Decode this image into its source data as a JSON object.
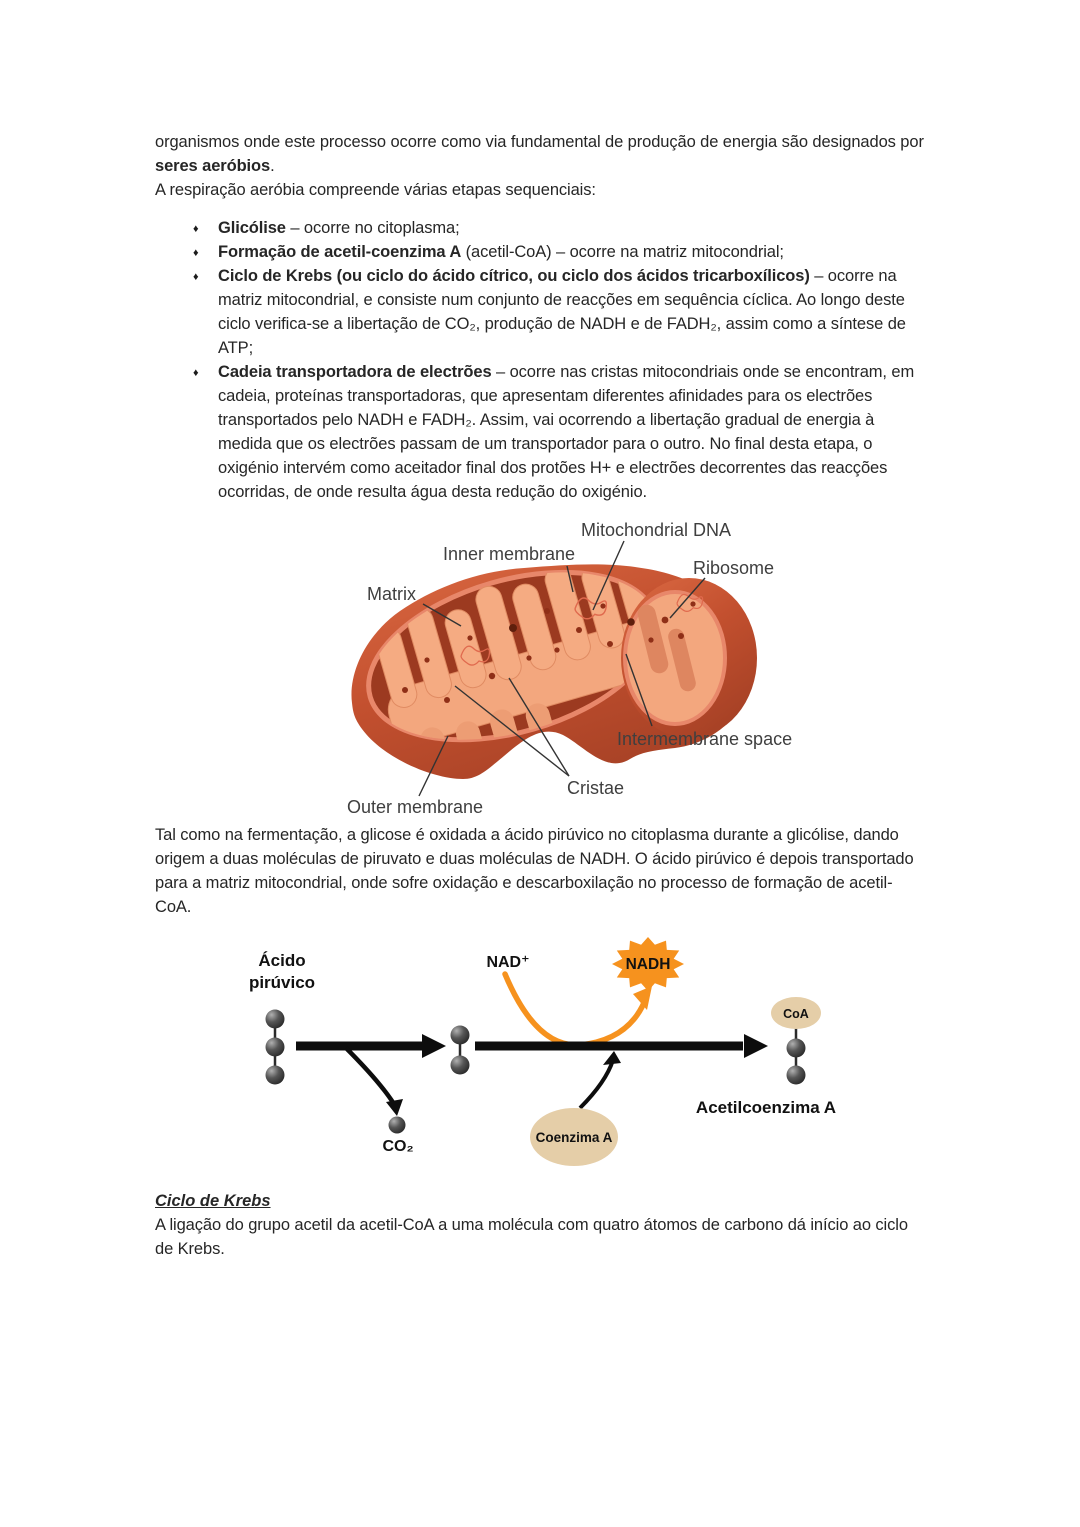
{
  "colors": {
    "text": "#262626",
    "mito_outer_membrane": "#C3502F",
    "mito_cristae_salmon": "#F3A77E",
    "mito_interior_dark": "#9C3A20",
    "mito_rim_highlight": "#E8876A",
    "accent_orange": "#F6921E",
    "enzyme_beige": "#E5CEA8",
    "carbon_sphere_gray": "#4A4A4A"
  },
  "intro": {
    "p1_pre": "organismos onde este processo ocorre como via fundamental de produção de energia são designados por ",
    "p1_bold": "seres aeróbios",
    "p1_post": ".",
    "p2": "A respiração aeróbia compreende várias etapas sequenciais:"
  },
  "stages_list": {
    "bullet_glyph": "♦",
    "items": [
      {
        "lead": "Glicólise",
        "rest": " – ocorre no citoplasma;"
      },
      {
        "lead": "Formação de acetil-coenzima A",
        "rest": " (acetil-CoA) – ocorre na matriz mitocondrial;"
      },
      {
        "lead": "Ciclo de Krebs (ou ciclo do ácido cítrico, ou ciclo dos ácidos tricarboxílicos)",
        "rest": " – ocorre na matriz mitocondrial, e consiste num conjunto de reacções em sequência cíclica. Ao longo deste ciclo verifica-se a libertação de CO₂, produção de NADH e de FADH₂, assim como a síntese de ATP;"
      },
      {
        "lead": "Cadeia transportadora de electrões",
        "rest": " – ocorre nas cristas mitocondriais onde se encontram, em cadeia, proteínas transportadoras, que apresentam diferentes afinidades para os electrões transportados pelo NADH e FADH₂. Assim, vai ocorrendo a libertação gradual de energia à medida que os electrões passam de um transportador para o outro. No final desta etapa, o oxigénio intervém como aceitador final dos protões H+ e electrões decorrentes das reacções ocorridas, de onde resulta água desta redução do oxigénio."
      }
    ]
  },
  "mito_figure": {
    "labels": {
      "matrix": "Matrix",
      "inner_membrane": "Inner membrane",
      "mitochondrial_dna": "Mitochondrial DNA",
      "ribosome": "Ribosome",
      "intermembrane_space": "Intermembrane space",
      "cristae": "Cristae",
      "outer_membrane": "Outer membrane"
    }
  },
  "pyruvate_paragraph": "Tal como na fermentação, a glicose é oxidada a ácido pirúvico no citoplasma durante a glicólise, dando origem a duas moléculas de piruvato e duas moléculas de NADH. O ácido pirúvico é depois transportado para a matriz mitocondrial, onde sofre oxidação e descarboxilação no processo de formação de acetil-CoA.",
  "reaction_figure": {
    "acido_line1": "Ácido",
    "acido_line2": "pirúvico",
    "nad_plus": "NAD⁺",
    "nadh": "NADH",
    "co2": "CO₂",
    "coenzima_a": "Coenzima A",
    "coa": "CoA",
    "acetilcoenzima": "Acetilcoenzima A"
  },
  "krebs": {
    "heading": "Ciclo de Krebs",
    "paragraph": "A ligação do grupo acetil da acetil-CoA a uma molécula com quatro átomos de carbono dá início ao ciclo de Krebs."
  }
}
